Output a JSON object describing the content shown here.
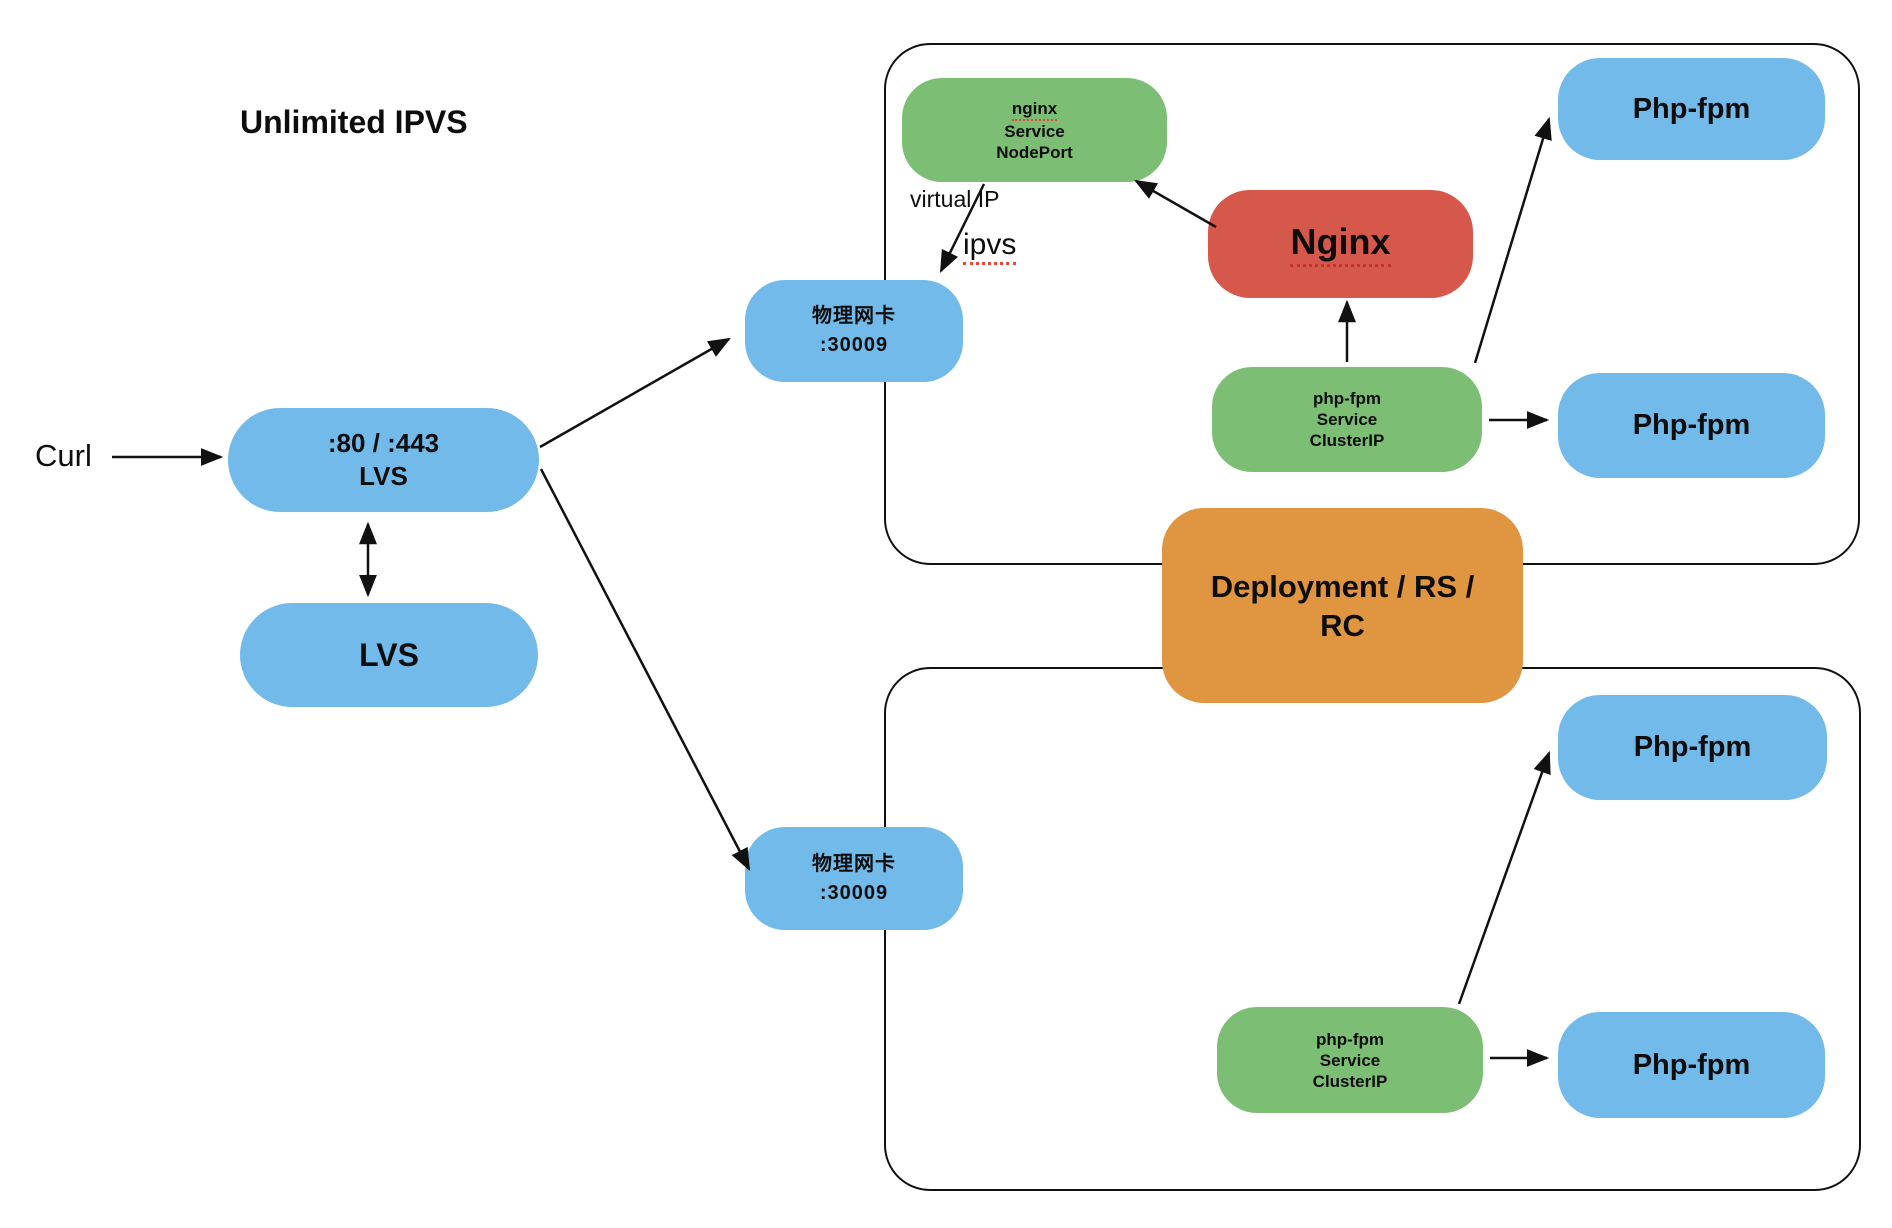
{
  "title": "Unlimited IPVS",
  "labels": {
    "curl": "Curl",
    "virtual_ip": "virtual IP",
    "ipvs": "ipvs"
  },
  "boxes": {
    "entry": {
      "port": ":80 / :443",
      "name": "LVS"
    },
    "lvs": "LVS",
    "nic_top": {
      "name": "物理网卡",
      "port": ":30009"
    },
    "nic_bottom": {
      "name": "物理网卡",
      "port": ":30009"
    },
    "nginx_service": {
      "line1": "nginx",
      "line2": "Service",
      "line3": "NodePort"
    },
    "nginx": "Nginx",
    "php_service_top": {
      "line1": "php-fpm",
      "line2": "Service",
      "line3": "ClusterIP"
    },
    "php_service_bottom": {
      "line1": "php-fpm",
      "line2": "Service",
      "line3": "ClusterIP"
    },
    "phpfpm": [
      "Php-fpm",
      "Php-fpm",
      "Php-fpm",
      "Php-fpm"
    ],
    "deployment": {
      "line1": "Deployment / RS /",
      "line2": "RC"
    }
  },
  "colors": {
    "blue": "#71BAE9",
    "green": "#7CBE73",
    "red": "#D6584B",
    "orange": "#E09540",
    "line": "#111111",
    "squiggle": "#E8453C"
  }
}
